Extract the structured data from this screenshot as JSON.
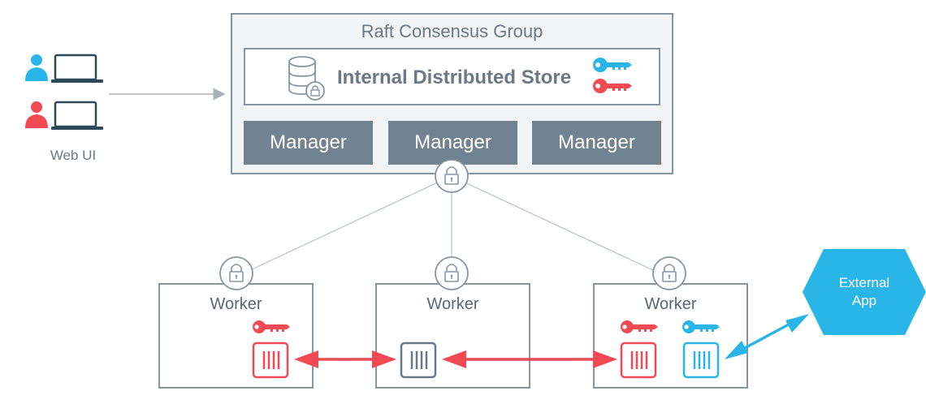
{
  "web_ui": {
    "label": "Web UI",
    "users": [
      {
        "color": "#29b5e8",
        "icon": "user-icon"
      },
      {
        "color": "#f24a55",
        "icon": "user-icon"
      }
    ]
  },
  "raft_group": {
    "title": "Raft Consensus Group",
    "store": {
      "title": "Internal Distributed Store",
      "keys": [
        {
          "color": "#29b5e8",
          "icon": "key-icon"
        },
        {
          "color": "#f24a55",
          "icon": "key-icon"
        }
      ]
    },
    "managers": [
      {
        "label": "Manager"
      },
      {
        "label": "Manager"
      },
      {
        "label": "Manager"
      }
    ]
  },
  "workers": [
    {
      "label": "Worker",
      "keys": [
        "#f24a55"
      ],
      "containers": [
        "#f24a55"
      ]
    },
    {
      "label": "Worker",
      "keys": [],
      "containers": [
        "#6b7885"
      ]
    },
    {
      "label": "Worker",
      "keys": [
        "#f24a55",
        "#29b5e8"
      ],
      "containers": [
        "#f24a55",
        "#29b5e8"
      ]
    }
  ],
  "external_app": {
    "label_line1": "External",
    "label_line2": "App",
    "color": "#29b5e8"
  },
  "colors": {
    "blue": "#29b5e8",
    "red": "#f24a55",
    "slate": "#718390",
    "border": "#8795a1",
    "laptop": "#2e4a5a",
    "line": "#b8c0c6"
  }
}
